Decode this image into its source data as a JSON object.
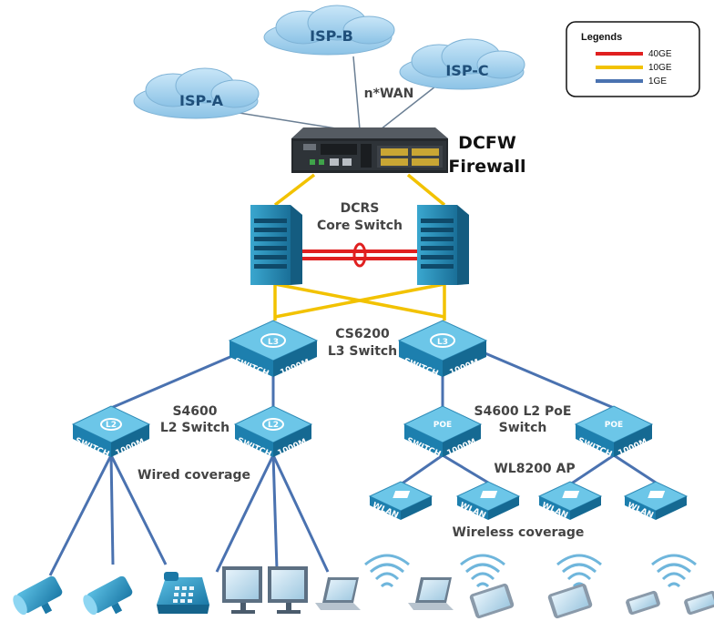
{
  "isps": [
    "ISP-A",
    "ISP-B",
    "ISP-C"
  ],
  "wan_label": "n*WAN",
  "firewall": {
    "line1": "DCFW",
    "line2": "Firewall"
  },
  "core": {
    "line1": "DCRS",
    "line2": "Core Switch"
  },
  "l3": {
    "line1": "CS6200",
    "line2": "L3 Switch",
    "badge": "L3"
  },
  "l2": {
    "line1": "S4600",
    "line2": "L2 Switch",
    "badge": "L2"
  },
  "poe": {
    "line1": "S4600 L2 PoE",
    "line2": "Switch",
    "badge": "POE"
  },
  "ap": {
    "label": "WL8200 AP",
    "badge": "WLAN"
  },
  "switch_text": {
    "switch": "SWITCH",
    "speed": "1000M"
  },
  "wired_label": "Wired coverage",
  "wireless_label": "Wireless coverage",
  "legend": {
    "title": "Legends",
    "items": [
      {
        "label": "40GE",
        "color": "#e02020"
      },
      {
        "label": "10GE",
        "color": "#f2c200"
      },
      {
        "label": "1GE",
        "color": "#4a72b0"
      }
    ]
  }
}
